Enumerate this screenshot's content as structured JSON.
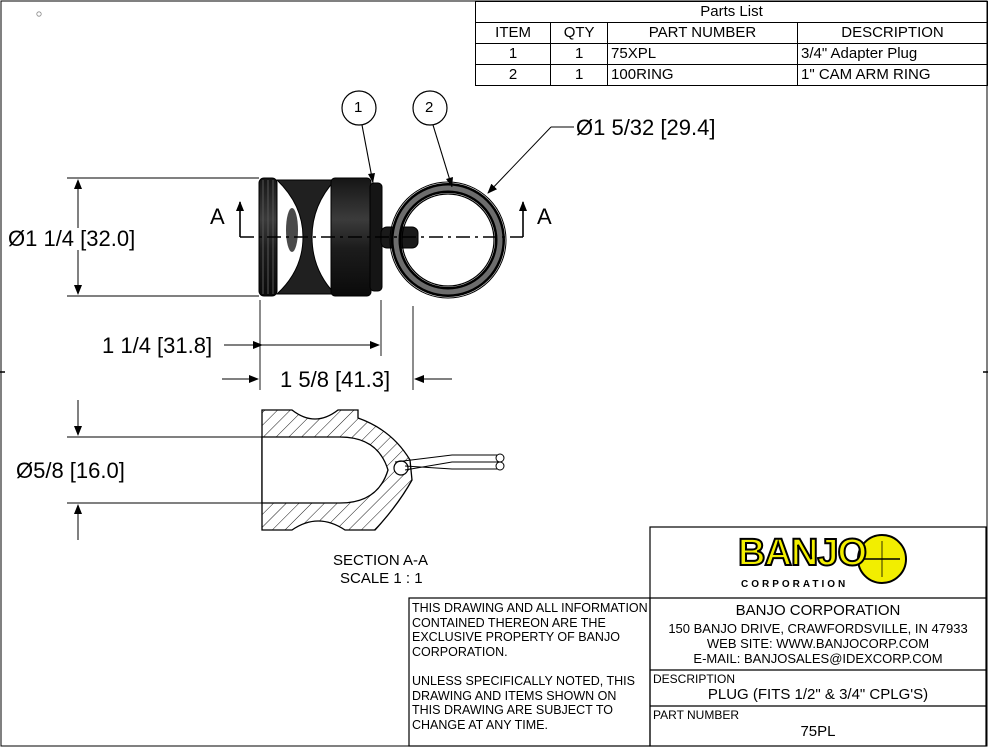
{
  "parts_list": {
    "title": "Parts List",
    "headers": [
      "ITEM",
      "QTY",
      "PART NUMBER",
      "DESCRIPTION"
    ],
    "rows": [
      [
        "1",
        "1",
        "75XPL",
        "3/4\" Adapter Plug"
      ],
      [
        "2",
        "1",
        "100RING",
        "1\" CAM ARM RING"
      ]
    ]
  },
  "balloons": [
    "1",
    "2"
  ],
  "dimensions": {
    "ring_dia": "Ø1 5/32 [29.4]",
    "body_dia": "Ø1 1/4 [32.0]",
    "body_len": "1 1/4 [31.8]",
    "overall_len": "1 5/8 [41.3]",
    "bore_dia": "Ø5/8 [16.0]"
  },
  "section_marker": "A",
  "section_caption": {
    "line1": "SECTION A-A",
    "line2": "SCALE 1 : 1"
  },
  "notes": {
    "property": "THIS DRAWING AND ALL INFORMATION CONTAINED THEREON ARE THE EXCLUSIVE PROPERTY OF BANJO CORPORATION.",
    "change": "UNLESS SPECIFICALLY NOTED, THIS DRAWING AND ITEMS SHOWN ON THIS DRAWING ARE SUBJECT TO CHANGE AT ANY TIME."
  },
  "logo": {
    "word": "BANJO",
    "sub": "CORPORATION",
    "brand_yellow": "#f2ee00"
  },
  "company": {
    "name": "BANJO CORPORATION",
    "address": "150 BANJO DRIVE, CRAWFORDSVILLE, IN 47933",
    "web": "WEB SITE: WWW.BANJOCORP.COM",
    "email": "E-MAIL: BANJOSALES@IDEXCORP.COM"
  },
  "title_block": {
    "description_label": "DESCRIPTION",
    "description": "PLUG (FITS 1/2\" & 3/4\" CPLG'S)",
    "part_number_label": "PART NUMBER",
    "part_number": "75PL"
  }
}
